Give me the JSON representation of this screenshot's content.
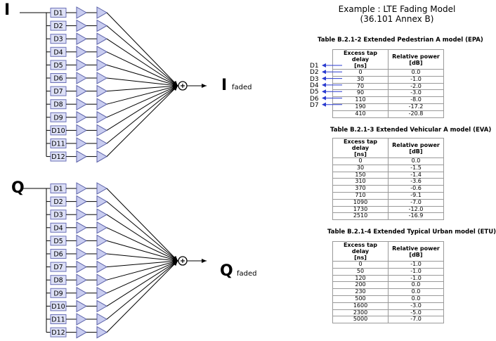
{
  "header": {
    "line1": "Example : LTE Fading Model",
    "line2": "(36.101 Annex B)"
  },
  "i_branch": {
    "label": "I",
    "output_label": "I",
    "output_sub": "faded",
    "taps": [
      "D1",
      "D2",
      "D3",
      "D4",
      "D5",
      "D6",
      "D7",
      "D8",
      "D9",
      "D10",
      "D11",
      "D12"
    ]
  },
  "q_branch": {
    "label": "Q",
    "output_label": "Q",
    "output_sub": "faded",
    "taps": [
      "D1",
      "D2",
      "D3",
      "D4",
      "D5",
      "D6",
      "D7",
      "D8",
      "D9",
      "D10",
      "D11",
      "D12"
    ]
  },
  "colors": {
    "delay_box_fill": "#dde0f6",
    "delay_box_stroke": "#6c71b8",
    "amp_fill": "#c9cdf0",
    "amp_stroke": "#5a60a8",
    "arrow_blue": "#2a3bd0",
    "summer_fill": "#ffffff",
    "summer_stroke": "#000000"
  },
  "icons": {
    "summer": "circled-plus-icon",
    "arrow": "arrow-right-icon"
  },
  "tables": [
    {
      "title": "Table B.2.1-2 Extended Pedestrian A model (EPA)",
      "headers": [
        "Excess tap delay [ns]",
        "Relative power [dB]"
      ],
      "rows": [
        [
          "0",
          "0.0"
        ],
        [
          "30",
          "-1.0"
        ],
        [
          "70",
          "-2.0"
        ],
        [
          "90",
          "-3.0"
        ],
        [
          "110",
          "-8.0"
        ],
        [
          "190",
          "-17.2"
        ],
        [
          "410",
          "-20.8"
        ]
      ],
      "row_markers": [
        "D1",
        "D2",
        "D3",
        "D4",
        "D5",
        "D6",
        "D7"
      ]
    },
    {
      "title": "Table B.2.1-3 Extended Vehicular A model (EVA)",
      "headers": [
        "Excess tap delay [ns]",
        "Relative power [dB]"
      ],
      "rows": [
        [
          "0",
          "0.0"
        ],
        [
          "30",
          "-1.5"
        ],
        [
          "150",
          "-1.4"
        ],
        [
          "310",
          "-3.6"
        ],
        [
          "370",
          "-0.6"
        ],
        [
          "710",
          "-9.1"
        ],
        [
          "1090",
          "-7.0"
        ],
        [
          "1730",
          "-12.0"
        ],
        [
          "2510",
          "-16.9"
        ]
      ]
    },
    {
      "title": "Table B.2.1-4 Extended Typical Urban model (ETU)",
      "headers": [
        "Excess tap delay [ns]",
        "Relative power [dB]"
      ],
      "rows": [
        [
          "0",
          "-1.0"
        ],
        [
          "50",
          "-1.0"
        ],
        [
          "120",
          "-1.0"
        ],
        [
          "200",
          "0.0"
        ],
        [
          "230",
          "0.0"
        ],
        [
          "500",
          "0.0"
        ],
        [
          "1600",
          "-3.0"
        ],
        [
          "2300",
          "-5.0"
        ],
        [
          "5000",
          "-7.0"
        ]
      ]
    }
  ]
}
